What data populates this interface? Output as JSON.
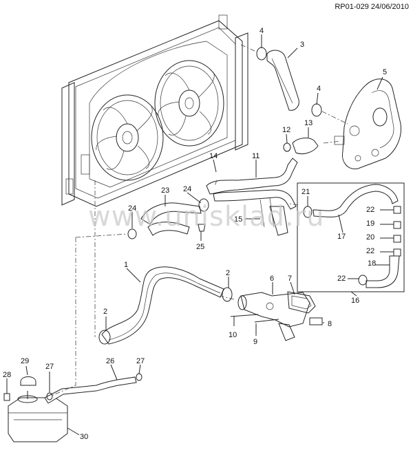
{
  "header": {
    "reference": "RP01-029 24/06/2010"
  },
  "watermark": {
    "text": "www.unisklad.ru"
  },
  "callouts": [
    {
      "id": "c1",
      "text": "1"
    },
    {
      "id": "c2a",
      "text": "2"
    },
    {
      "id": "c2b",
      "text": "2"
    },
    {
      "id": "c3",
      "text": "3"
    },
    {
      "id": "c4a",
      "text": "4"
    },
    {
      "id": "c4b",
      "text": "4"
    },
    {
      "id": "c5",
      "text": "5"
    },
    {
      "id": "c6",
      "text": "6"
    },
    {
      "id": "c7",
      "text": "7"
    },
    {
      "id": "c8",
      "text": "8"
    },
    {
      "id": "c9",
      "text": "9"
    },
    {
      "id": "c10",
      "text": "10"
    },
    {
      "id": "c11",
      "text": "11"
    },
    {
      "id": "c12",
      "text": "12"
    },
    {
      "id": "c13",
      "text": "13"
    },
    {
      "id": "c14",
      "text": "14"
    },
    {
      "id": "c15",
      "text": "15"
    },
    {
      "id": "c16",
      "text": "16"
    },
    {
      "id": "c17",
      "text": "17"
    },
    {
      "id": "c18",
      "text": "18"
    },
    {
      "id": "c19",
      "text": "19"
    },
    {
      "id": "c20",
      "text": "20"
    },
    {
      "id": "c21",
      "text": "21"
    },
    {
      "id": "c22a",
      "text": "22"
    },
    {
      "id": "c22b",
      "text": "22"
    },
    {
      "id": "c22c",
      "text": "22"
    },
    {
      "id": "c23",
      "text": "23"
    },
    {
      "id": "c24a",
      "text": "24"
    },
    {
      "id": "c24b",
      "text": "24"
    },
    {
      "id": "c25",
      "text": "25"
    },
    {
      "id": "c26",
      "text": "26"
    },
    {
      "id": "c27a",
      "text": "27"
    },
    {
      "id": "c27b",
      "text": "27"
    },
    {
      "id": "c28",
      "text": "28"
    },
    {
      "id": "c29",
      "text": "29"
    },
    {
      "id": "c30",
      "text": "30"
    }
  ]
}
